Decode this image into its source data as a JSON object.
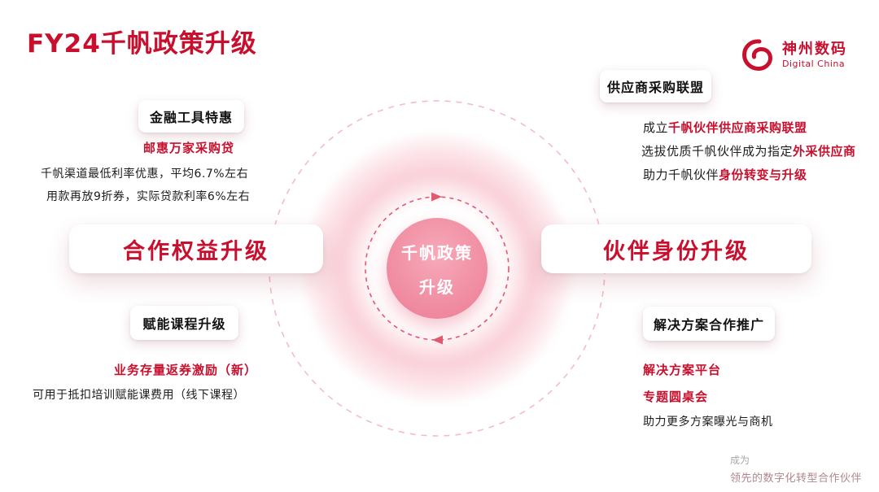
{
  "slide": {
    "title": "FY24千帆政策升级",
    "logo": {
      "name": "神州数码",
      "subtitle": "Digital China"
    },
    "center": {
      "line1": "千帆政策",
      "line2": "升级"
    },
    "left": {
      "finance": {
        "header": "金融工具特惠",
        "highlight": "邮惠万家采购贷",
        "detail1": "千帆渠道最低利率优惠，平均6.7%左右",
        "detail2": "用款再放9折券，实际贷款利率6%左右"
      },
      "main_label": "合作权益升级",
      "course": {
        "header": "赋能课程升级",
        "highlight": "业务存量返券激励（新）",
        "detail1": "可用于抵扣培训赋能课费用（线下课程）"
      }
    },
    "right": {
      "alliance": {
        "header": "供应商采购联盟",
        "line1_prefix": "成立",
        "line1_highlight": "千帆伙伴供应商采购联盟",
        "line2_prefix": "选拔优质千帆伙伴成为指定",
        "line2_highlight": "外采供应商",
        "line3_prefix": "助力千帆伙伴",
        "line3_highlight": "身份转变与升级"
      },
      "main_label": "伙伴身份升级",
      "solution": {
        "header": "解决方案合作推广",
        "highlight1": "解决方案平台",
        "highlight2": "专题圆桌会",
        "detail1": "助力更多方案曝光与商机"
      }
    },
    "footer": {
      "line1": "成为",
      "line2": "领先的数字化转型合作伙伴"
    },
    "colors": {
      "accent": "#C8102E",
      "center_pink": "#F190A5",
      "ring_pink": "#F3BCC6"
    }
  }
}
